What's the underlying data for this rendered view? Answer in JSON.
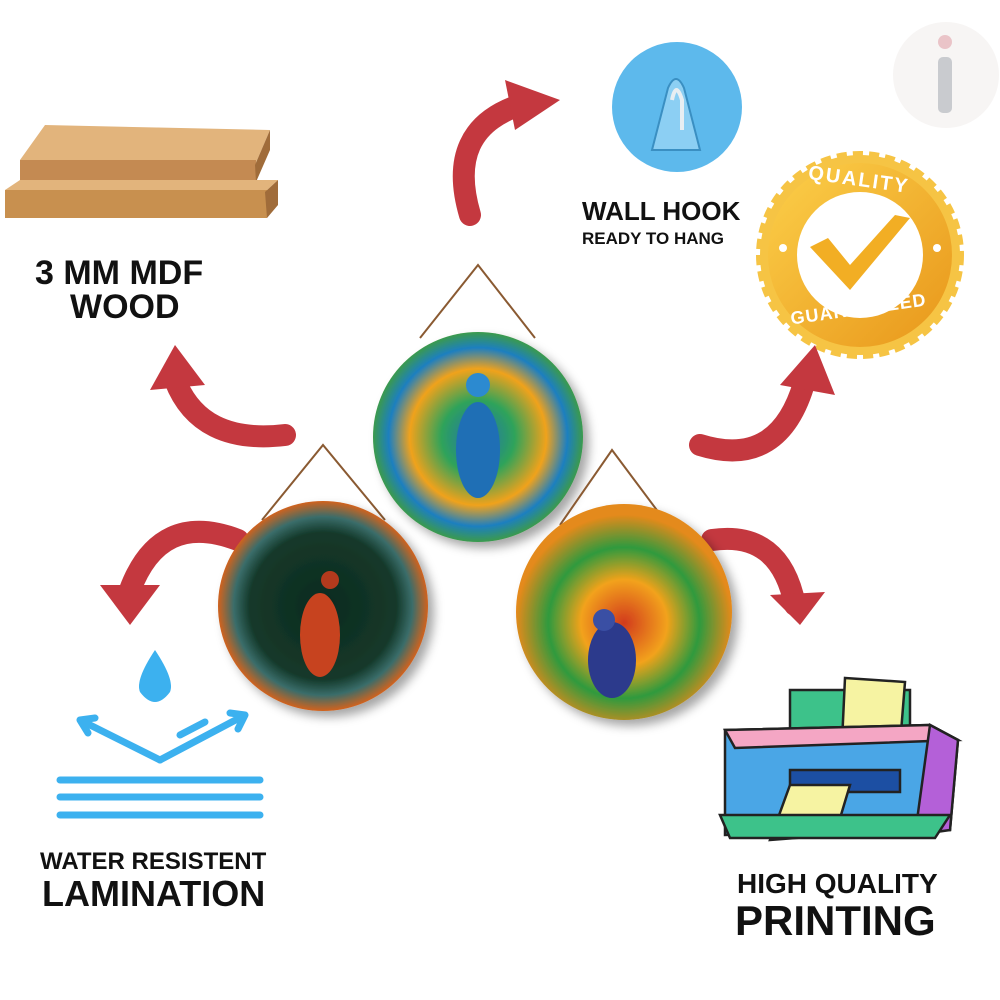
{
  "features": {
    "wood": {
      "line1": "3 MM MDF",
      "line2": "WOOD"
    },
    "hook": {
      "title": "WALL HOOK",
      "subtitle": "READY TO HANG"
    },
    "badge": {
      "top": "QUALITY",
      "bottom": "GUARANTEED"
    },
    "water": {
      "line1": "WATER RESISTENT",
      "line2": "LAMINATION"
    },
    "printing": {
      "line1": "HIGH QUALITY",
      "line2": "PRINTING"
    }
  },
  "logo": {
    "letter": "i"
  },
  "colors": {
    "arrow": "#c4383f",
    "water": "#3cb1ef",
    "hook": "#5db9ec",
    "badge": "#f4b92a"
  }
}
